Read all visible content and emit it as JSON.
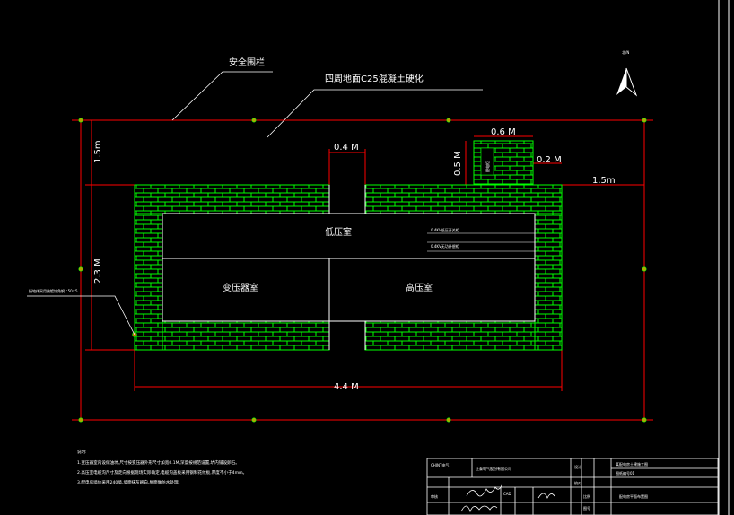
{
  "annotations": {
    "fence": "安全围栏",
    "ground": "四周地面C25混凝土硬化",
    "north": "北/N"
  },
  "dimensions": {
    "d_0_4": "0.4 M",
    "d_0_6": "0.6 M",
    "d_0_5": "0.5 M",
    "d_0_2": "0.2 M",
    "d_1_5_right": "1.5m",
    "d_1_5_left": "1.5m",
    "d_2_3": "2.3 M",
    "d_4_4": "4.4 M"
  },
  "rooms": {
    "low": "低压室",
    "transformer": "变压器室",
    "high": "高压室",
    "low_note_1": "0.4KV低压开关柜",
    "low_note_2": "0.4KV无功补偿柜",
    "cabinet": "配电柜"
  },
  "left_note": "接地体采用热镀锌角钢∠50×5",
  "notes": {
    "title": "说明:",
    "line1": "1.变压器室内设储油坑,尺寸按变压器外形尺寸加宽0.1M,深度按规范设置,坑内铺设卵石。",
    "line2": "2.高压室电缆沟尺寸及走向根据现场实际确定,电缆沟盖板采用钢制花纹板,厚度不小于4mm。",
    "line3": "3.配电房墙体采用240墙,墙面抹灰刷白,屋面做防水处理。"
  },
  "title_block": {
    "logo": "CHINT电气",
    "company": "正泰电气股份有限公司",
    "project": "某配电房土建施工图",
    "drawing": "配电房平面布置图",
    "sheet": "图纸编号01",
    "cell_design": "设计",
    "cell_check": "校对",
    "cell_approve": "审核",
    "cell_date": "日期",
    "cell_scale": "比例",
    "cell_no": "图号",
    "cad": "CAD"
  },
  "colors": {
    "background": "#000000",
    "dimension": "#ff0000",
    "wall": "#00ff00",
    "text": "#ffffff",
    "marker_dot": "#b5a600"
  }
}
